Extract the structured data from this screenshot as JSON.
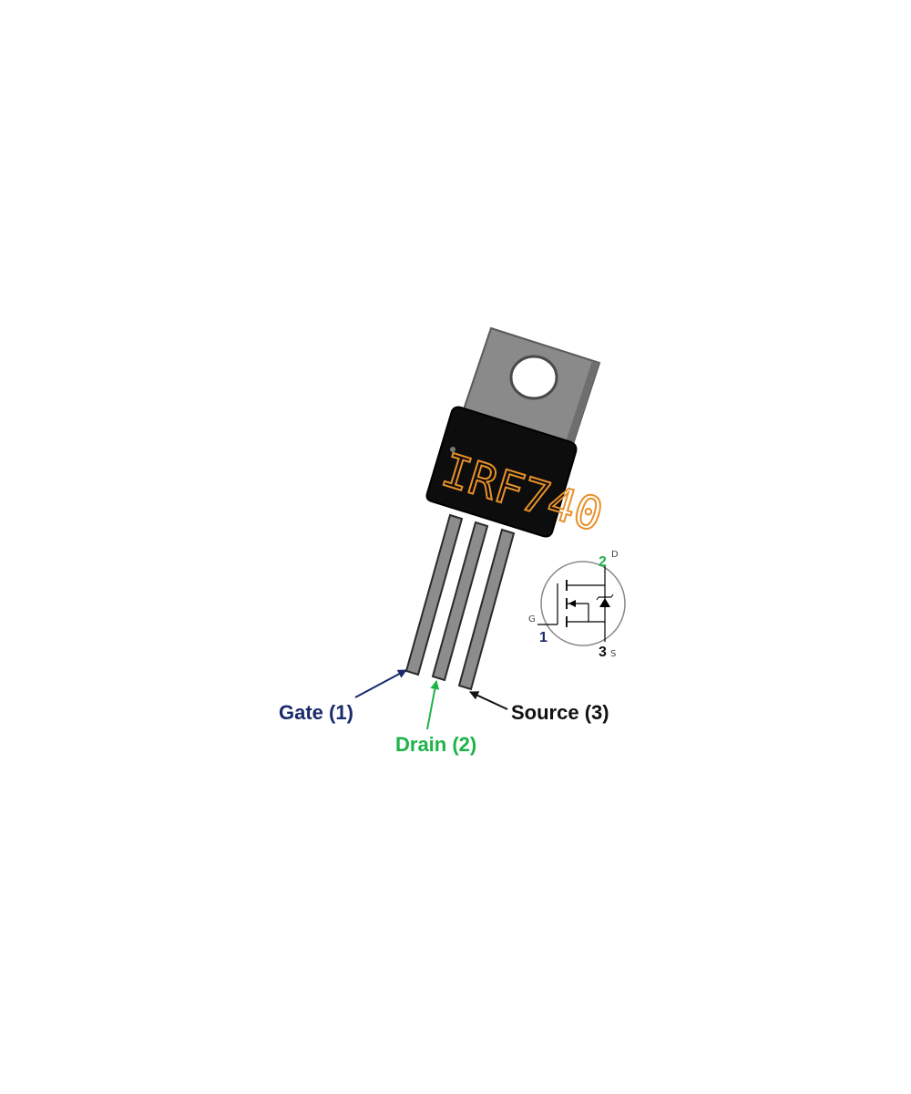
{
  "component": {
    "marking": "IRF740",
    "colors": {
      "tab": "#8a8a8a",
      "tab_edge": "#5a5a5a",
      "body": "#0d0d0d",
      "marking": "#e8902a",
      "lead": "#8c8c8c",
      "lead_edge": "#2a2a2a"
    }
  },
  "pins": {
    "gate": {
      "label": "Gate (1)",
      "color": "#1a2a6b"
    },
    "drain": {
      "label": "Drain (2)",
      "color": "#1db347"
    },
    "source": {
      "label": "Source (3)",
      "color": "#111111"
    }
  },
  "symbol": {
    "gate_letter": "G",
    "drain_letter": "D",
    "source_letter": "S",
    "gate_number": "1",
    "drain_number": "2",
    "source_number": "3",
    "gate_number_color": "#1a2a6b",
    "drain_number_color": "#1db347",
    "source_number_color": "#111111"
  }
}
